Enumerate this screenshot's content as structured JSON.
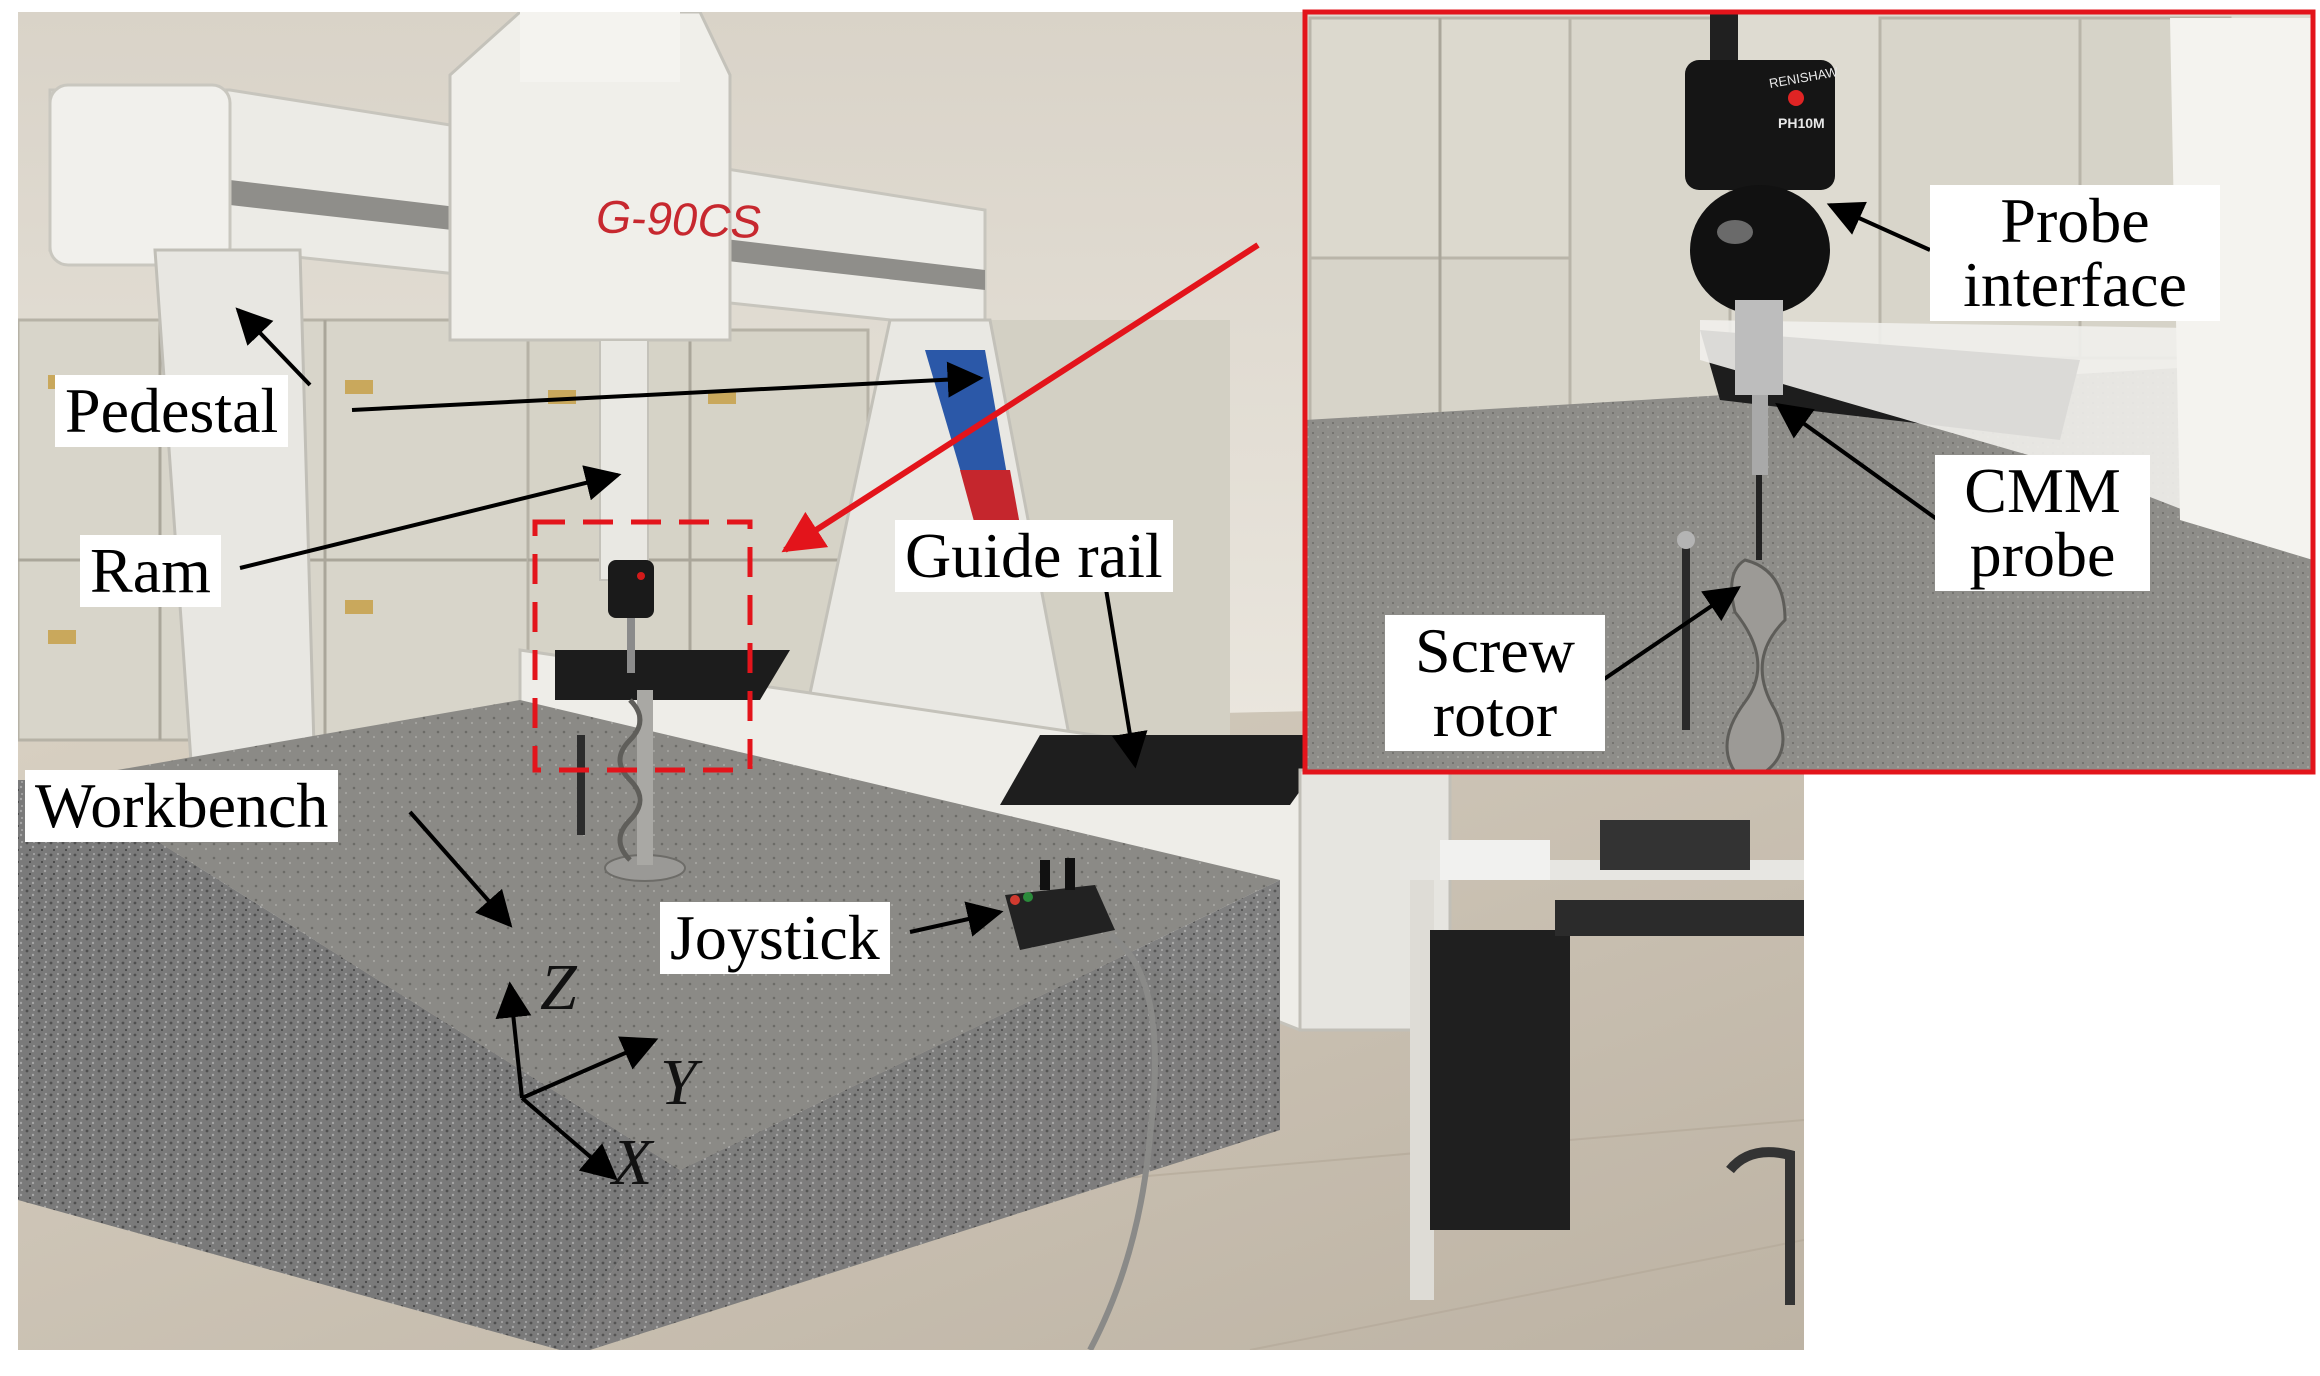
{
  "machine_brand": "G-90CS",
  "probe_head_text": [
    "RENISHAW",
    "PH10M"
  ],
  "labels": {
    "pedestal": "Pedestal",
    "ram": "Ram",
    "workbench": "Workbench",
    "guide_rail": "Guide rail",
    "joystick": "Joystick",
    "probe_interface_1": "Probe",
    "probe_interface_2": "interface",
    "cmm_probe_1": "CMM",
    "cmm_probe_2": "probe",
    "screw_rotor_1": "Screw",
    "screw_rotor_2": "rotor"
  },
  "axes": {
    "z": "Z",
    "y": "Y",
    "x": "X"
  },
  "colors": {
    "highlight": "#e3141b",
    "granite": "#7c7c7c",
    "machine_white": "#ecebe6",
    "cabinet": "#d9d6cb",
    "wall": "#e6e1d8",
    "floor": "#cfc6b8"
  }
}
